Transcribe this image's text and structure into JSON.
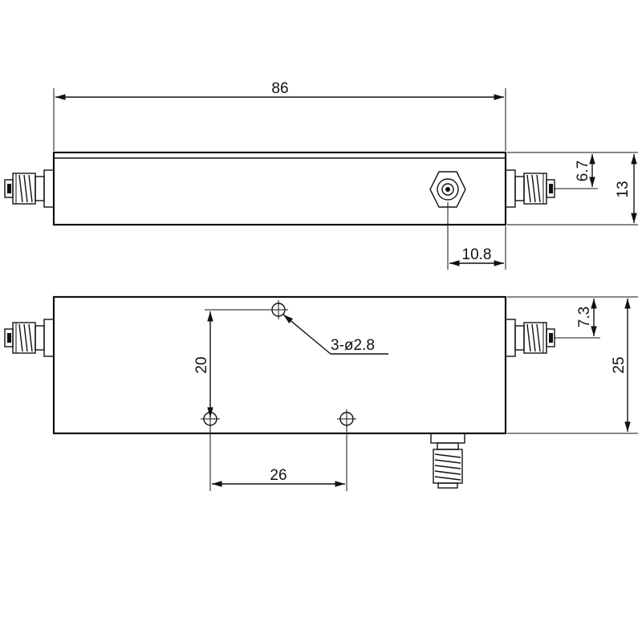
{
  "dimensions": {
    "overall_length": "86",
    "side_height_half": "6.7",
    "side_height": "13",
    "port_offset": "10.8",
    "hole_spec": "3-ø2.8",
    "hole_spacing_vertical": "20",
    "top_height_offset": "7.3",
    "top_width": "25",
    "hole_spacing_horizontal": "26"
  }
}
